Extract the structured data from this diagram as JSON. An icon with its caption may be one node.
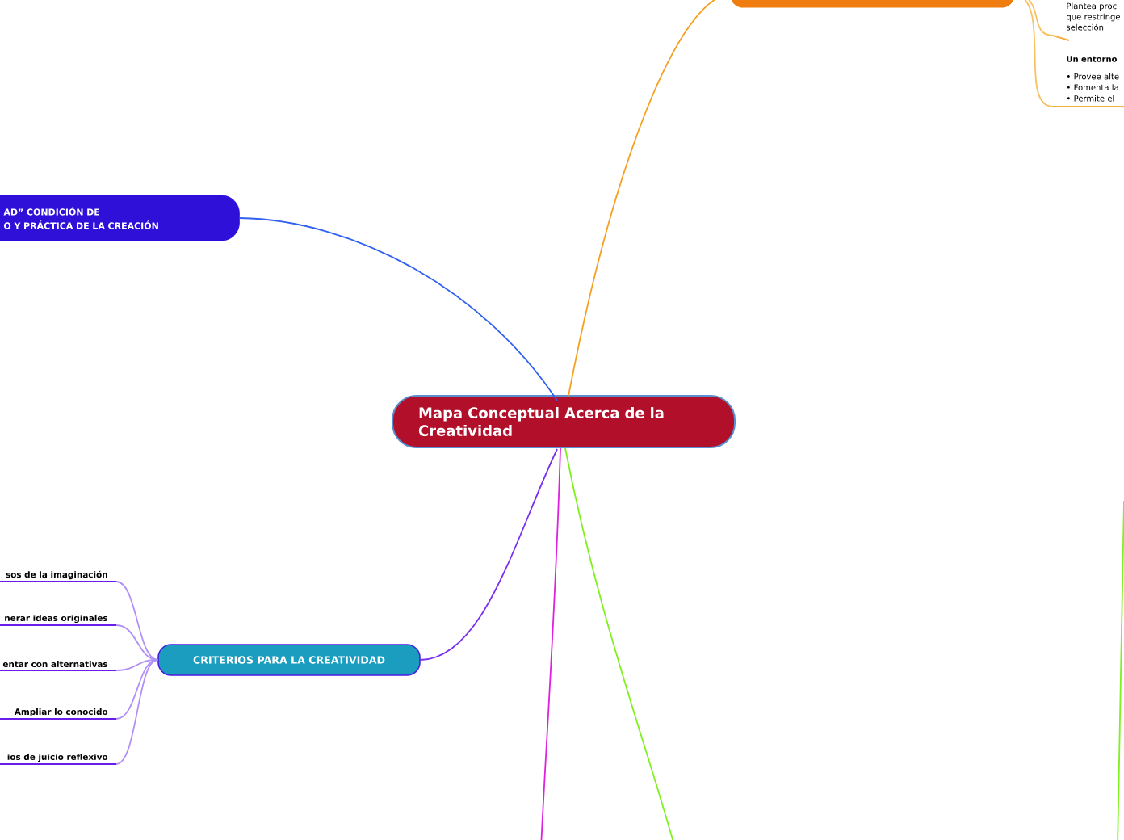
{
  "diagram": {
    "nodes": [
      {
        "text": [
          "Mapa Conceptual Acerca de la Creatividad"
        ]
      },
      {
        "text": [
          "AD” CONDICIÓN DE",
          "O Y PRÁCTICA DE LA CREACIÓN"
        ]
      },
      {
        "text": [],
        "shape": "box"
      },
      {
        "text": [
          "Plantea proc que restringe selección."
        ]
      },
      {
        "text": [
          "Un entorno",
          "• Provee alte",
          "• Fomenta la",
          "• Permite el"
        ]
      },
      {
        "text": [
          "CRITERIOS PARA LA CREATIVIDAD"
        ]
      },
      {
        "text": [
          "sos de la imaginación"
        ]
      },
      {
        "text": [
          "nerar ideas originales"
        ]
      },
      {
        "text": [
          "entar con alternativas"
        ]
      },
      {
        "text": [
          "Ampliar lo conocido"
        ]
      },
      {
        "text": [
          "ios de juicio reflexivo"
        ]
      }
    ],
    "edges": [
      {
        "from": 0,
        "to": 1,
        "arrow": "none",
        "color": "#3060f0"
      },
      {
        "from": 0,
        "to": 2,
        "arrow": "none",
        "color": "#f5a020"
      },
      {
        "from": 2,
        "to": 3,
        "arrow": "none",
        "color": "#f8c060"
      },
      {
        "from": 2,
        "to": 4,
        "arrow": "none",
        "color": "#f8c060"
      },
      {
        "from": 0,
        "to": 5,
        "arrow": "none",
        "color": "#7a30f0"
      },
      {
        "from": 5,
        "to": 6,
        "arrow": "none",
        "color": "#b090f8"
      },
      {
        "from": 5,
        "to": 7,
        "arrow": "none",
        "color": "#b090f8"
      },
      {
        "from": 5,
        "to": 8,
        "arrow": "none",
        "color": "#b090f8"
      },
      {
        "from": 5,
        "to": 9,
        "arrow": "none",
        "color": "#b090f8"
      },
      {
        "from": 5,
        "to": 10,
        "arrow": "none",
        "color": "#b090f8"
      },
      {
        "from": 0,
        "to": null,
        "arrow": "none",
        "color": "#e020e0"
      },
      {
        "from": 0,
        "to": null,
        "arrow": "none",
        "color": "#80f020"
      }
    ]
  }
}
